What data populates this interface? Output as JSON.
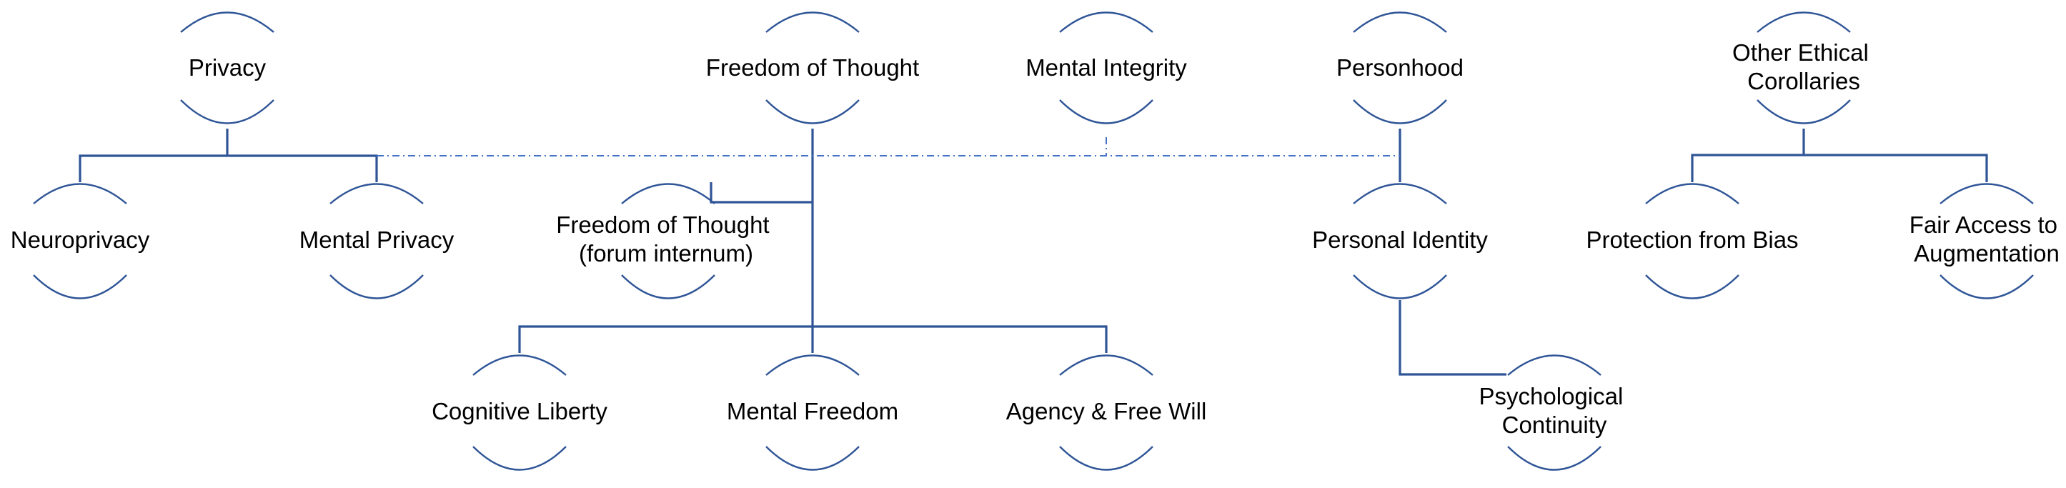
{
  "colors": {
    "line": "#2f5597",
    "dashed_line": "#4472c4",
    "text": "#000000",
    "background": "#ffffff"
  },
  "nodes": {
    "privacy": {
      "lines": [
        "Privacy"
      ]
    },
    "neuroprivacy": {
      "lines": [
        "Neuroprivacy"
      ]
    },
    "mental_privacy": {
      "lines": [
        "Mental Privacy"
      ]
    },
    "freedom_of_thought": {
      "lines": [
        "Freedom of Thought"
      ]
    },
    "forum_internum": {
      "lines": [
        "Freedom of Thought",
        "(forum internum)"
      ]
    },
    "cognitive_liberty": {
      "lines": [
        "Cognitive Liberty"
      ]
    },
    "mental_freedom": {
      "lines": [
        "Mental Freedom"
      ]
    },
    "agency_free_will": {
      "lines": [
        "Agency & Free Will"
      ]
    },
    "mental_integrity": {
      "lines": [
        "Mental Integrity"
      ]
    },
    "personhood": {
      "lines": [
        "Personhood"
      ]
    },
    "personal_identity": {
      "lines": [
        "Personal Identity"
      ]
    },
    "psychological_continuity": {
      "lines": [
        "Psychological",
        "Continuity"
      ]
    },
    "other_ethical": {
      "lines": [
        "Other Ethical",
        "Corollaries"
      ]
    },
    "protection_bias": {
      "lines": [
        "Protection from Bias"
      ]
    },
    "fair_access": {
      "lines": [
        "Fair Access to",
        "Augmentation"
      ]
    }
  },
  "edges": [
    {
      "from": "privacy",
      "to": "neuroprivacy",
      "style": "solid"
    },
    {
      "from": "privacy",
      "to": "mental_privacy",
      "style": "solid"
    },
    {
      "from": "freedom_of_thought",
      "to": "forum_internum",
      "style": "solid"
    },
    {
      "from": "freedom_of_thought",
      "to": "cognitive_liberty",
      "style": "solid"
    },
    {
      "from": "freedom_of_thought",
      "to": "mental_freedom",
      "style": "solid"
    },
    {
      "from": "freedom_of_thought",
      "to": "agency_free_will",
      "style": "solid"
    },
    {
      "from": "personhood",
      "to": "personal_identity",
      "style": "solid"
    },
    {
      "from": "personal_identity",
      "to": "psychological_continuity",
      "style": "solid"
    },
    {
      "from": "other_ethical",
      "to": "protection_bias",
      "style": "solid"
    },
    {
      "from": "other_ethical",
      "to": "fair_access",
      "style": "solid"
    },
    {
      "from": "mental_integrity",
      "to": "mental_privacy",
      "style": "dashed"
    },
    {
      "from": "mental_integrity",
      "to": "personhood",
      "style": "dashed"
    }
  ]
}
